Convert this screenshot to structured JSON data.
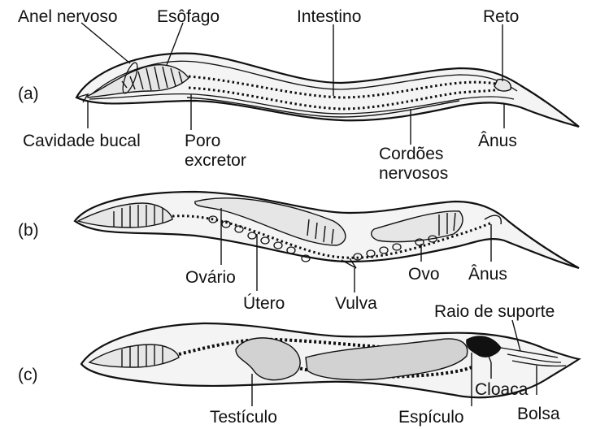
{
  "panels": {
    "a": {
      "tag": "(a)",
      "labels": {
        "anel_nervoso": "Anel nervoso",
        "esofago": "Esôfago",
        "intestino": "Intestino",
        "reto": "Reto",
        "cavidade_bucal": "Cavidade bucal",
        "poro_excretor_1": "Poro",
        "poro_excretor_2": "excretor",
        "cordoes_1": "Cordões",
        "cordoes_2": "nervosos",
        "anus": "Ânus"
      }
    },
    "b": {
      "tag": "(b)",
      "labels": {
        "ovario": "Ovário",
        "utero": "Útero",
        "vulva": "Vulva",
        "ovo": "Ovo",
        "anus": "Ânus"
      }
    },
    "c": {
      "tag": "(c)",
      "labels": {
        "raio": "Raio de suporte",
        "testiculo": "Testículo",
        "espiculo": "Espículo",
        "cloaca": "Cloaca",
        "bolsa": "Bolsa"
      }
    }
  }
}
